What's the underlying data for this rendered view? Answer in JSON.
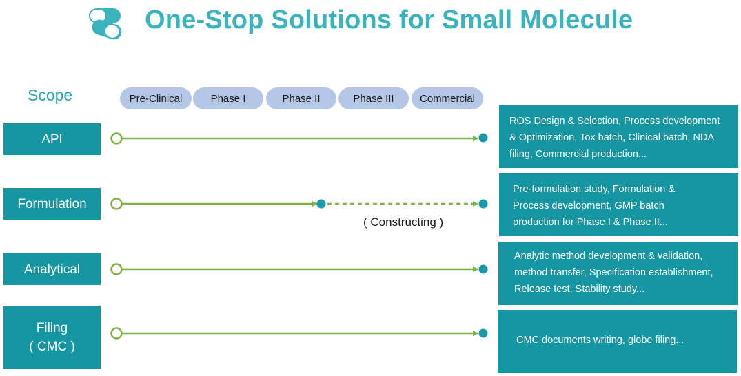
{
  "header": {
    "title": "One-Stop Solutions for Small Molecule",
    "logo_icon": "capsule-icon"
  },
  "scope_label": "Scope",
  "phases": [
    "Pre-Clinical",
    "Phase I",
    "Phase II",
    "Phase III",
    "Commercial"
  ],
  "rows": [
    {
      "label": "API",
      "description": "ROS Design & Selection, Process development & Optimization, Tox batch, Clinical batch, NDA filing, Commercial production...",
      "desc_lines": [
        "ROS Design & Selection, Process development",
        "& Optimization, Tox batch, Clinical batch, NDA",
        "filing, Commercial production..."
      ]
    },
    {
      "label": "Formulation",
      "description": "Pre-formulation study, Formulation & Process development, GMP batch production for Phase I & Phase II...",
      "desc_lines": [
        "Pre-formulation study, Formulation &",
        "Process development, GMP batch",
        "production for Phase I & Phase II..."
      ],
      "note": "( Constructing )"
    },
    {
      "label": "Analytical",
      "description": "Analytic method development & validation, method transfer, Specification establishment, Release test, Stability study...",
      "desc_lines": [
        "Analytic method development & validation,",
        "method transfer, Specification establishment,",
        "Release test, Stability study..."
      ]
    },
    {
      "label_lines": [
        "Filing",
        "( CMC )"
      ],
      "description": "CMC documents writing, globe filing...",
      "desc_lines": [
        "CMC documents writing, globe filing..."
      ]
    }
  ],
  "colors": {
    "title": "#3bb3bd",
    "box": "#1696a2",
    "phase_pill": "#b4c7e7",
    "line": "#7cb342",
    "endpoint": "#1a9aa8"
  }
}
